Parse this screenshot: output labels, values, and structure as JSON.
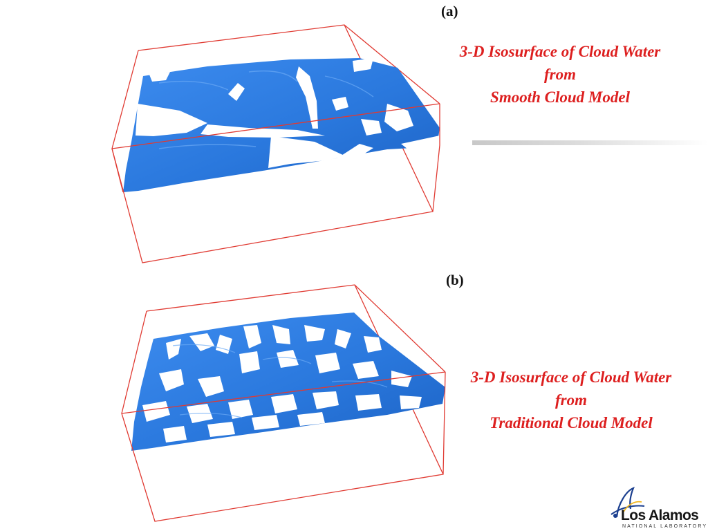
{
  "panel_a": {
    "label": "(a)",
    "caption_lines": [
      "3-D Isosurface of Cloud Water",
      "from",
      "Smooth Cloud Model"
    ]
  },
  "panel_b": {
    "label": "(b)",
    "caption_lines": [
      "3-D Isosurface of Cloud Water",
      "from",
      "Traditional Cloud Model"
    ]
  },
  "logo": {
    "name": "Los Alamos",
    "subtitle": "NATIONAL LABORATORY"
  },
  "colors": {
    "caption_text": "#dd1f1f",
    "bounding_box": "#e03a32",
    "cloud_fill": "#2f7ee0",
    "logo_accent": "#1b3f8f"
  }
}
